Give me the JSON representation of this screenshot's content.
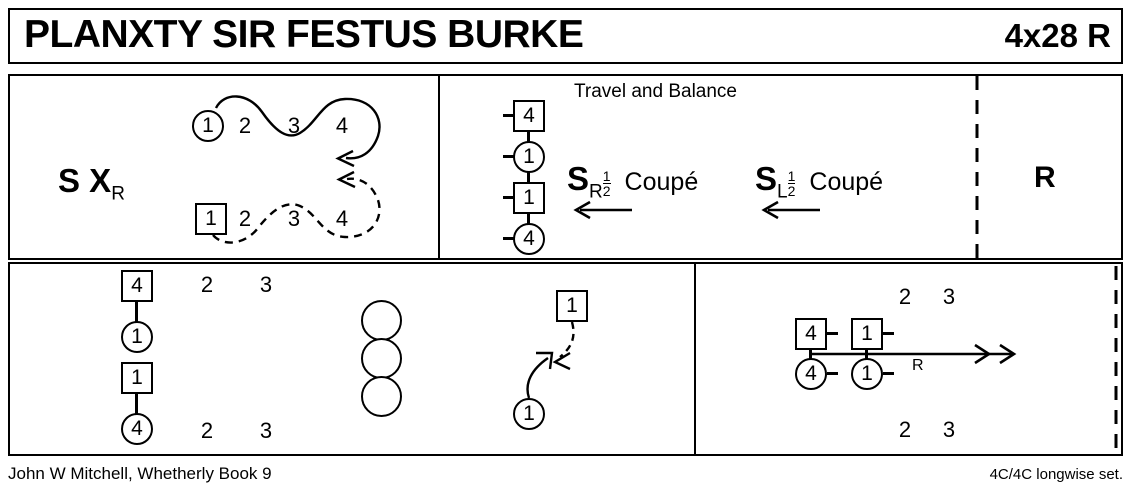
{
  "header": {
    "title": "PLANXTY SIR FESTUS BURKE",
    "meta": "4x28 R"
  },
  "footer": {
    "credit": "John W Mitchell, Whetherly Book 9",
    "set": "4C/4C longwise set."
  },
  "bars": [
    {
      "id": "bar-1",
      "formula": {
        "main": "S X",
        "sub": "R"
      },
      "reel_top": {
        "start_token": "1",
        "start_shape": "circle",
        "numbers": [
          "2",
          "3",
          "4"
        ]
      },
      "reel_bottom": {
        "start_token": "1",
        "start_shape": "square",
        "numbers": [
          "2",
          "3",
          "4"
        ]
      }
    },
    {
      "id": "bar-2",
      "caption": "Travel and Balance",
      "column": [
        {
          "label": "4",
          "shape": "square"
        },
        {
          "label": "1",
          "shape": "circle"
        },
        {
          "label": "1",
          "shape": "square"
        },
        {
          "label": "4",
          "shape": "circle"
        }
      ],
      "moves": [
        {
          "main": "S",
          "sub": "R",
          "fraction_num": "1",
          "fraction_den": "2",
          "text": "Coupé"
        },
        {
          "main": "S",
          "sub": "L",
          "fraction_num": "1",
          "fraction_den": "2",
          "text": "Coupé"
        }
      ],
      "tail_label": "R"
    },
    {
      "id": "bar-3",
      "column": [
        {
          "label": "4",
          "shape": "square"
        },
        {
          "label": "1",
          "shape": "circle"
        },
        {
          "label": "1",
          "shape": "square"
        },
        {
          "label": "4",
          "shape": "circle"
        }
      ],
      "top_numbers": [
        "2",
        "3"
      ],
      "bottom_numbers": [
        "2",
        "3"
      ],
      "empty_circles": 3,
      "pair": {
        "square_label": "1",
        "circle_label": "1"
      }
    },
    {
      "id": "bar-4",
      "top_numbers": [
        "2",
        "3"
      ],
      "bottom_numbers": [
        "2",
        "3"
      ],
      "tokens": [
        {
          "label": "4",
          "shape": "square"
        },
        {
          "label": "1",
          "shape": "square"
        },
        {
          "label": "4",
          "shape": "circle"
        },
        {
          "label": "1",
          "shape": "circle"
        }
      ],
      "arrow_label": "R"
    }
  ],
  "colors": {
    "ink": "#000000",
    "paper": "#ffffff"
  }
}
